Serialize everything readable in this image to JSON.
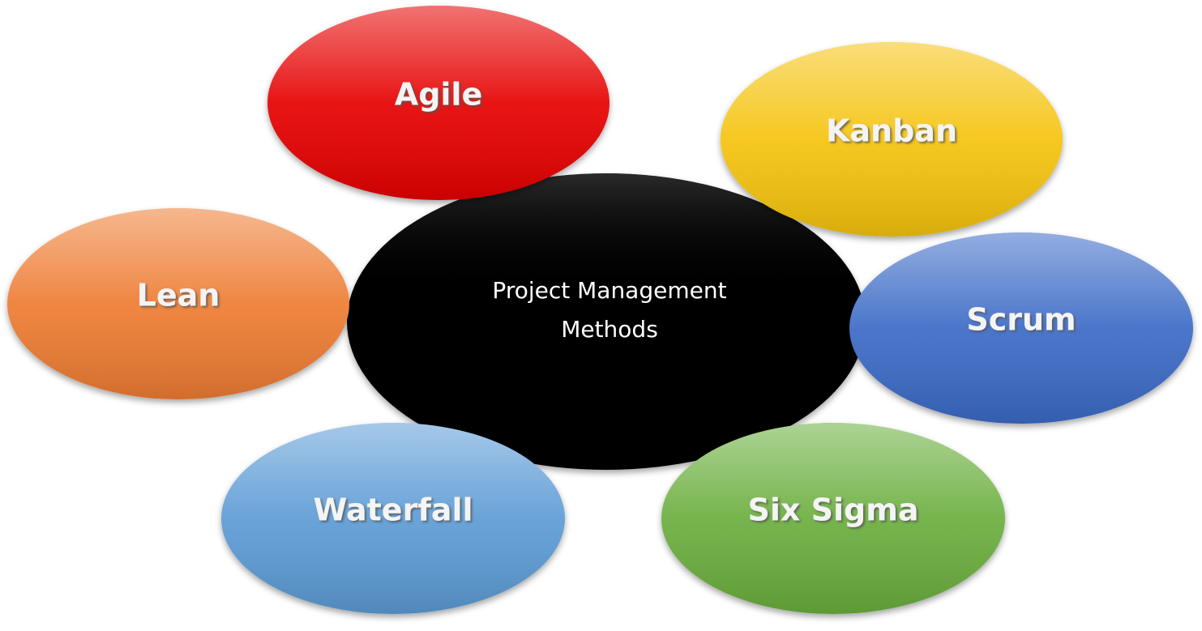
{
  "center": {
    "line1": "Project Management",
    "line2": "Methods",
    "color": "#000000"
  },
  "methods": [
    {
      "label": "Agile",
      "color": "#e60000"
    },
    {
      "label": "Kanban",
      "color": "#f5c30e"
    },
    {
      "label": "Lean",
      "color": "#ee7b30"
    },
    {
      "label": "Scrum",
      "color": "#3a6bc6"
    },
    {
      "label": "Waterfall",
      "color": "#5b9bd5"
    },
    {
      "label": "Six Sigma",
      "color": "#6aae3c"
    }
  ]
}
